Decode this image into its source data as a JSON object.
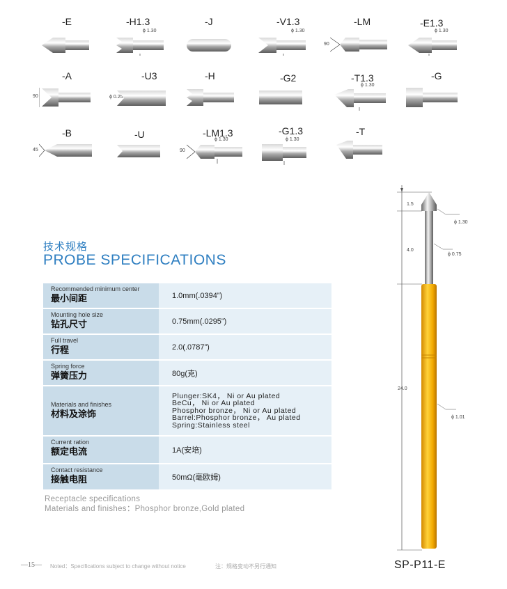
{
  "tips": {
    "row1": [
      "-E",
      "-H1.3",
      "-J",
      "-V1.3",
      "-LM",
      "-E1.3"
    ],
    "row2": [
      "-A",
      "-U3",
      "-H",
      "-G2",
      "-T1.3",
      "-G"
    ],
    "row3": [
      "-B",
      "-U",
      "-LM1.3",
      "-G1.3",
      "-T"
    ]
  },
  "annotations": {
    "phi130": "ϕ 1.30",
    "angle90": "90",
    "angle45": "45",
    "phi025": "ϕ 0.25"
  },
  "section": {
    "title_cn": "技术规格",
    "title_en": "PROBE SPECIFICATIONS"
  },
  "specs": [
    {
      "en": "Recommended minimum center",
      "cn": "最小间距",
      "value": "1.0mm(.0394”)"
    },
    {
      "en": "Mounting hole size",
      "cn": "钻孔尺寸",
      "value": "0.75mm(.0295”)"
    },
    {
      "en": "Full travel",
      "cn": "行程",
      "value": "2.0(.0787”)"
    },
    {
      "en": "Spring force",
      "cn": "弹簧压力",
      "value": "80g(克)"
    },
    {
      "en": "Materials and finishes",
      "cn": "材料及涂饰",
      "lines": [
        "Plunger:SK4， Ni or Au plated",
        "BeCu， Ni or Au plated",
        "Phosphor bronze， Ni or Au plated",
        "Barrel:Phosphor bronze， Au plated",
        "Spring:Stainless steel"
      ]
    },
    {
      "en": "Current ration",
      "cn": "额定电流",
      "value": "1A(安培)"
    },
    {
      "en": "Contact resistance",
      "cn": "接触电阻",
      "value": "50mΩ(毫欧姆)"
    }
  ],
  "receptacle": {
    "line1": "Receptacle specifications",
    "line2": "Materials and finishes：Phosphor bronze,Gold plated"
  },
  "footer": {
    "page": "—15—",
    "note_en": "Noted：Specifications subject to change without notice",
    "note_cn": "注：规格变动不另行通知"
  },
  "drawing": {
    "dim_tip": "1.5",
    "dim_plunger": "4.0",
    "dim_total": "24.0",
    "phi_tip": "ϕ 1.30",
    "phi_plunger": "ϕ 0.75",
    "phi_barrel": "ϕ 1.01",
    "model": "SP-P11-E"
  },
  "colors": {
    "accent": "#2f7fc1",
    "barrel": "#f2a900",
    "table_label_bg": "#c9dce9",
    "table_value_bg": "#e6f0f7"
  }
}
